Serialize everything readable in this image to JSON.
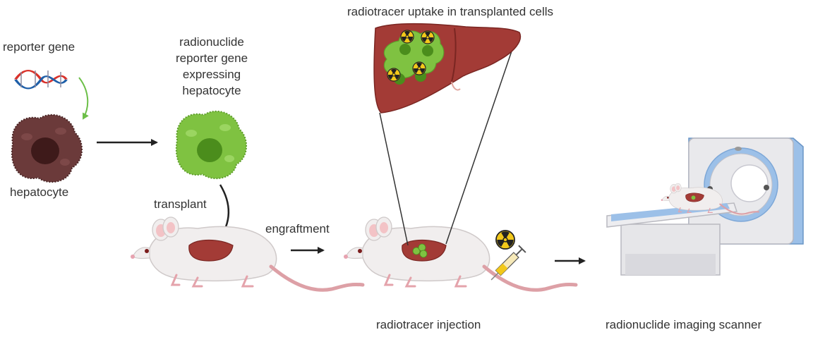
{
  "labels": {
    "reporter_gene": "reporter gene",
    "hepatocyte": "hepatocyte",
    "expressing_cell": [
      "radionuclide",
      "reporter gene",
      "expressing",
      "hepatocyte"
    ],
    "transplant": "transplant",
    "engraftment": "engraftment",
    "uptake": "radiotracer uptake in transplanted cells",
    "injection": "radiotracer injection",
    "scanner": "radionuclide imaging scanner"
  },
  "icons": [
    "dna-icon",
    "hepatocyte-icon",
    "mouse-icon",
    "liver-icon",
    "radiation-icon",
    "syringe-icon",
    "scanner-icon"
  ],
  "colors": {
    "hepatocyte": "#6b3a3a",
    "reporter_cell": "#7fc241",
    "liver": "#a33b36",
    "mouse": "#f1eeee",
    "scanner_accent": "#9cc0e8",
    "radiation": "#f2c81a",
    "arrow": "#222222",
    "dna_red": "#d9322b",
    "dna_blue": "#1f5fa8"
  }
}
